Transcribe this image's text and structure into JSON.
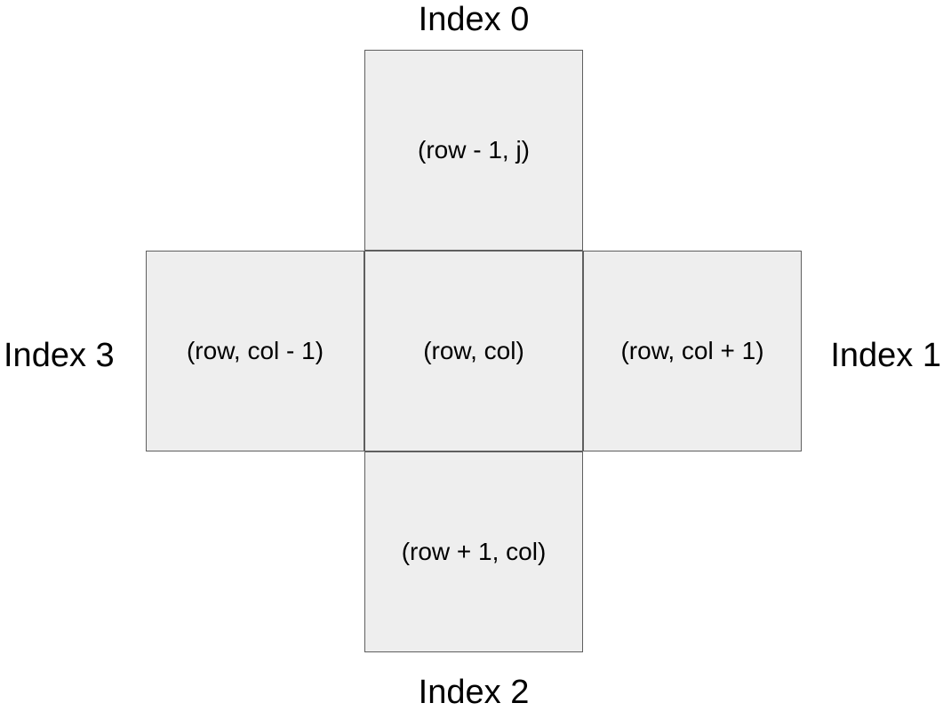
{
  "indices": {
    "top": "Index 0",
    "right": "Index 1",
    "bottom": "Index 2",
    "left": "Index 3"
  },
  "cells": {
    "top": "(row - 1, j)",
    "left": "(row, col - 1)",
    "center": "(row, col)",
    "right": "(row, col + 1)",
    "bottom": "(row + 1, col)"
  },
  "colors": {
    "cell_fill": "#eeeeee",
    "cell_border": "#5f5f5f",
    "text": "#000000",
    "background": "#ffffff"
  }
}
